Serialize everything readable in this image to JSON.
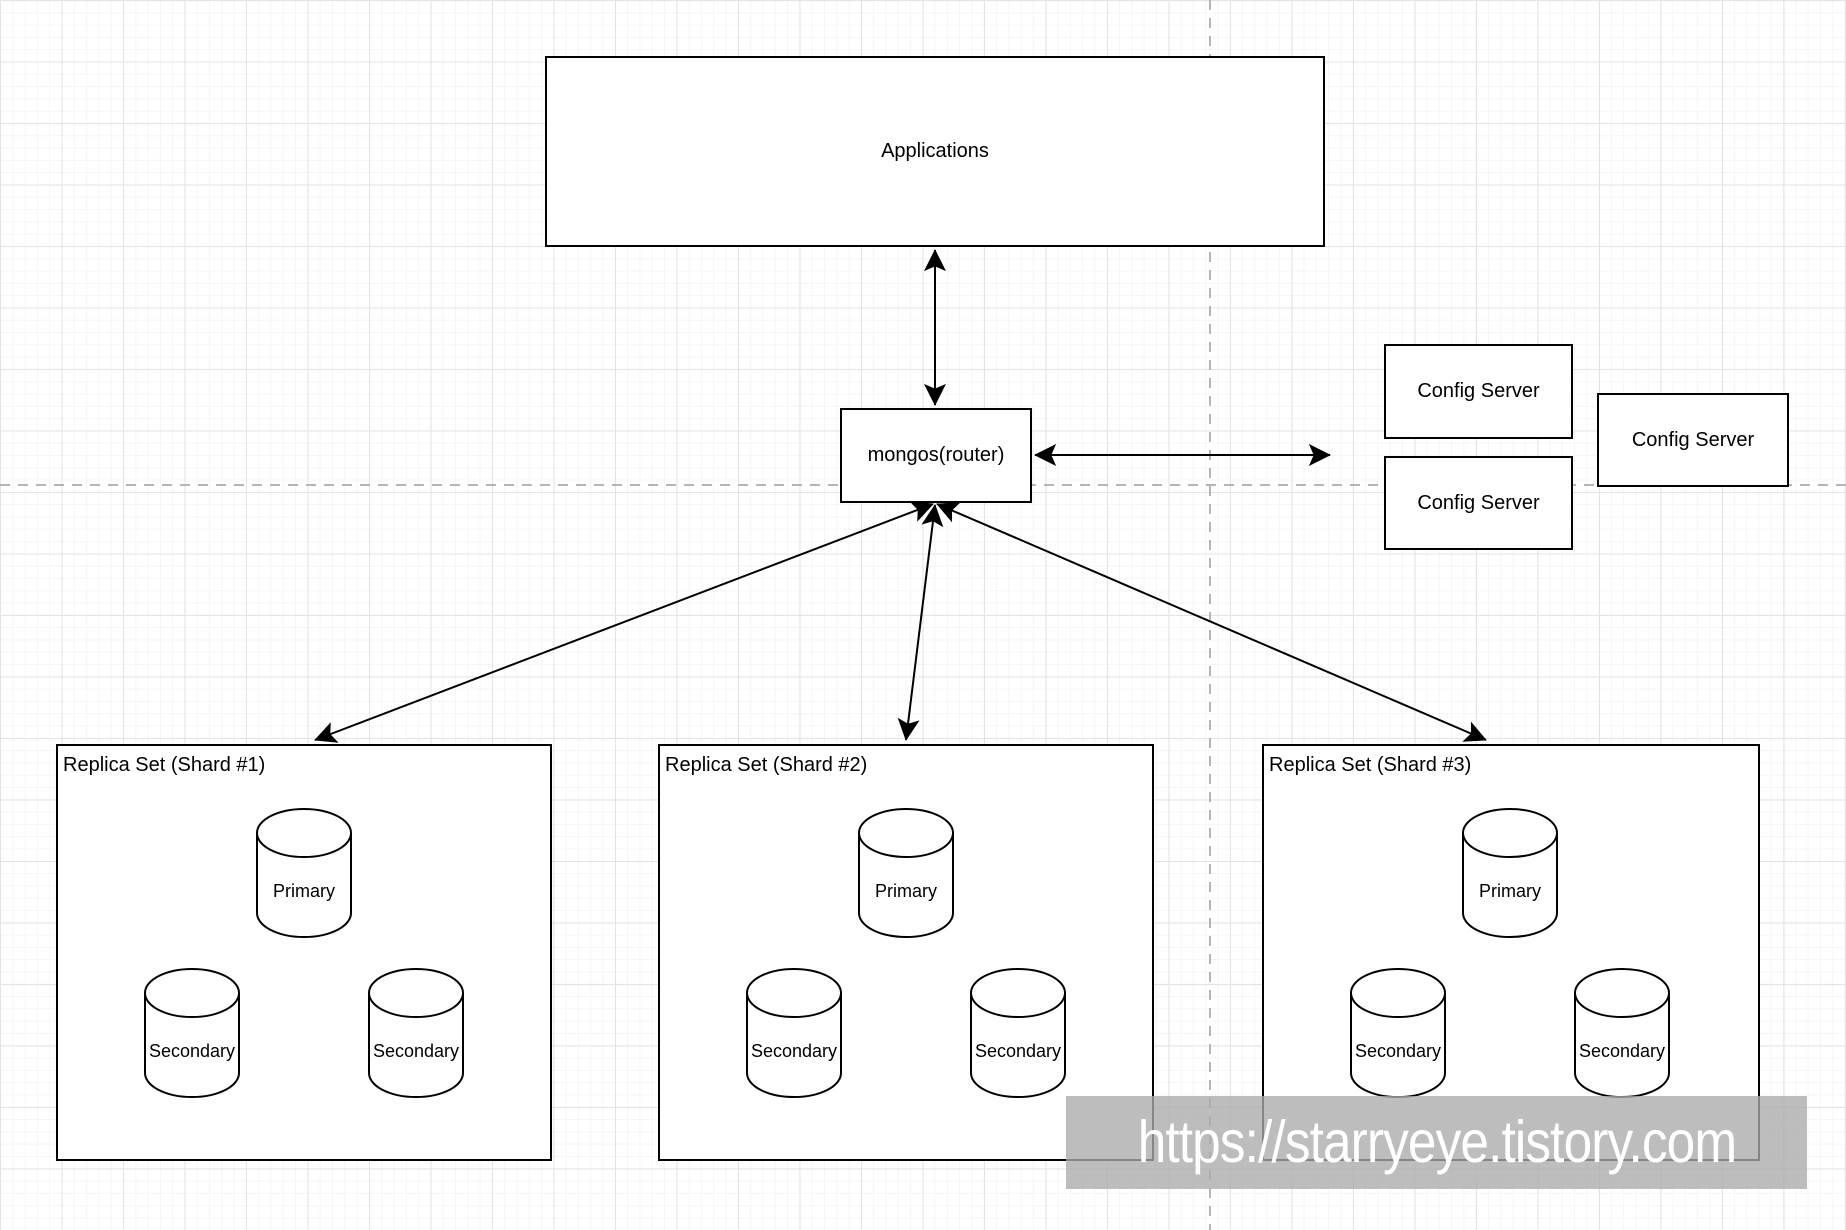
{
  "diagram": {
    "applications": {
      "label": "Applications"
    },
    "router": {
      "label": "mongos(router)"
    },
    "config_servers": [
      {
        "label": "Config Server"
      },
      {
        "label": "Config Server"
      },
      {
        "label": "Config Server"
      }
    ],
    "shards": [
      {
        "title": "Replica Set (Shard #1)",
        "primary": {
          "label": "Primary"
        },
        "secondaries": [
          {
            "label": "Secondary"
          },
          {
            "label": "Secondary"
          }
        ]
      },
      {
        "title": "Replica Set (Shard #2)",
        "primary": {
          "label": "Primary"
        },
        "secondaries": [
          {
            "label": "Secondary"
          },
          {
            "label": "Secondary"
          }
        ]
      },
      {
        "title": "Replica Set (Shard #3)",
        "primary": {
          "label": "Primary"
        },
        "secondaries": [
          {
            "label": "Secondary"
          },
          {
            "label": "Secondary"
          }
        ]
      }
    ],
    "watermark": {
      "text": "https://starryeye.tistory.com"
    },
    "colors": {
      "shape_stroke": "#000000",
      "shape_fill": "#ffffff",
      "guide_line": "#b5b5b5",
      "watermark_bg": "#aaaaaa",
      "watermark_text": "#ffffff"
    }
  }
}
